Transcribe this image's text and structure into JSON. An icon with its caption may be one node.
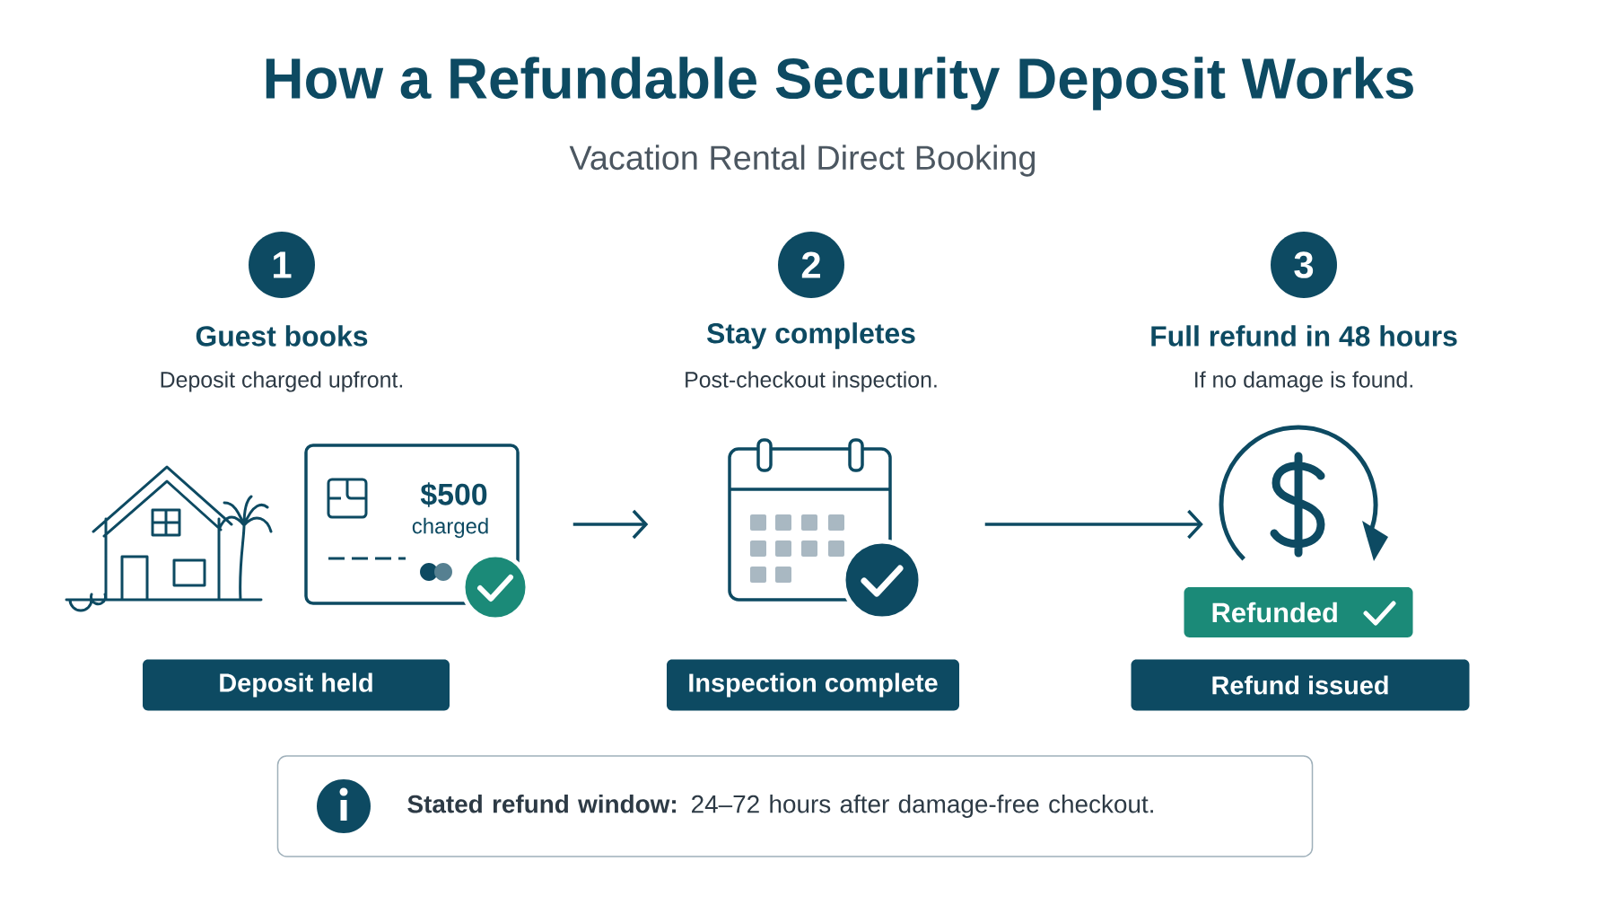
{
  "diagram": {
    "title": "How a Refundable Security Deposit Works",
    "nodes": [
      {
        "text": [
          "1"
        ],
        "beside": [
          "Guest books",
          "Deposit charged upfront."
        ]
      },
      {
        "text": [
          "2"
        ],
        "beside": [
          "Stay completes",
          "Post-checkout inspection."
        ]
      },
      {
        "text": [
          "3"
        ],
        "beside": [
          "Full refund in 48 hours",
          "If no damage is found."
        ]
      },
      {
        "text": [
          "$500",
          "charged"
        ]
      },
      {
        "text": [],
        "shape": "calendar"
      },
      {
        "text": [],
        "shape": "circle"
      },
      {
        "text": [
          "Refunded"
        ]
      },
      {
        "text": [
          "Deposit held"
        ]
      },
      {
        "text": [
          "Inspection complete"
        ]
      },
      {
        "text": [
          "Refund issued"
        ]
      },
      {
        "text": [
          "**Stated refund window:** 24–72 hours after damage-free checkout."
        ]
      }
    ],
    "edges": [
      {
        "from": 3,
        "to": 4,
        "arrow": "to"
      },
      {
        "from": 4,
        "to": 5,
        "arrow": "to"
      }
    ],
    "labels": [
      "Vacation Rental Direct Booking"
    ]
  }
}
